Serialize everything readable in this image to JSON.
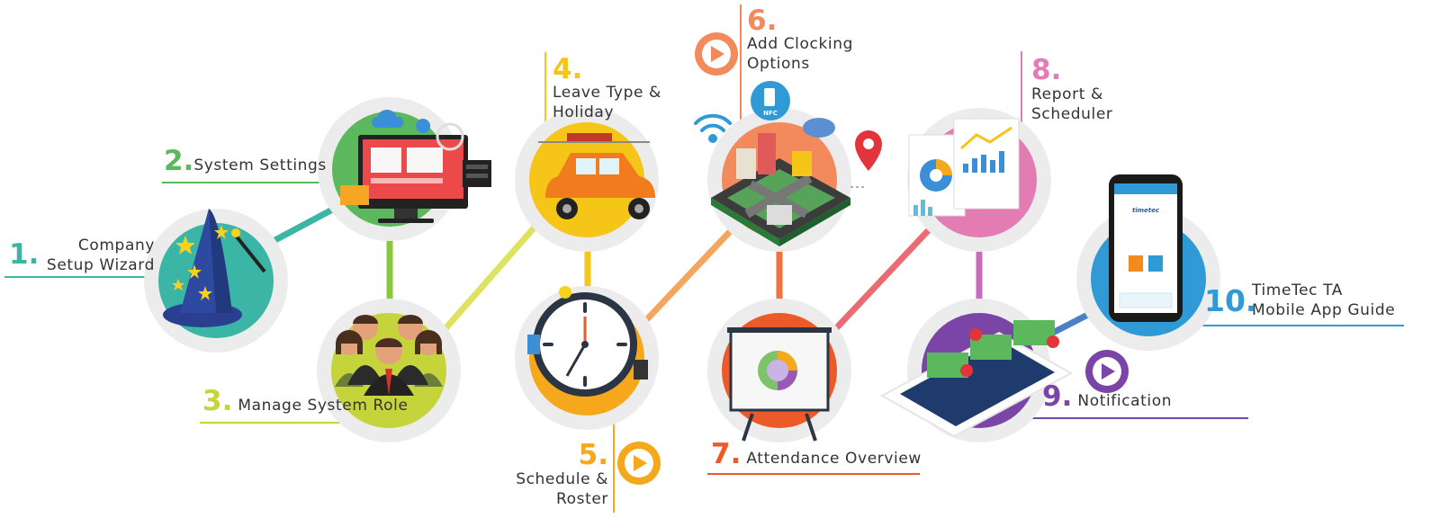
{
  "steps": [
    {
      "num": "1.",
      "label": [
        "Company",
        "Setup Wizard"
      ],
      "color": "#3ab5a6"
    },
    {
      "num": "2.",
      "label": [
        "System Settings"
      ],
      "color": "#5cb85c"
    },
    {
      "num": "3.",
      "label": [
        "Manage System Role"
      ],
      "color": "#c5d43a"
    },
    {
      "num": "4.",
      "label": [
        "Leave Type &",
        "Holiday"
      ],
      "color": "#f5c518"
    },
    {
      "num": "5.",
      "label": [
        "Schedule &",
        "Roster"
      ],
      "color": "#f5a81b",
      "has_video": true
    },
    {
      "num": "6.",
      "label": [
        "Add Clocking",
        "Options"
      ],
      "color": "#f28a5c",
      "has_video": true
    },
    {
      "num": "7.",
      "label": [
        "Attendance Overview"
      ],
      "color": "#ec5a2a"
    },
    {
      "num": "8.",
      "label": [
        "Report &",
        "Scheduler"
      ],
      "color": "#e47cb4"
    },
    {
      "num": "9.",
      "label": [
        "Notification"
      ],
      "color": "#7b45a8",
      "has_video": true
    },
    {
      "num": "10.",
      "label": [
        "TimeTec TA",
        "Mobile App Guide"
      ],
      "color": "#2f9ad6"
    }
  ],
  "icons": {
    "nfc_badge": "NFC",
    "phone_brand": "timetec"
  },
  "colors": {
    "text": "#333333",
    "ring": "#eeeeee",
    "video": "#f28a5c"
  }
}
